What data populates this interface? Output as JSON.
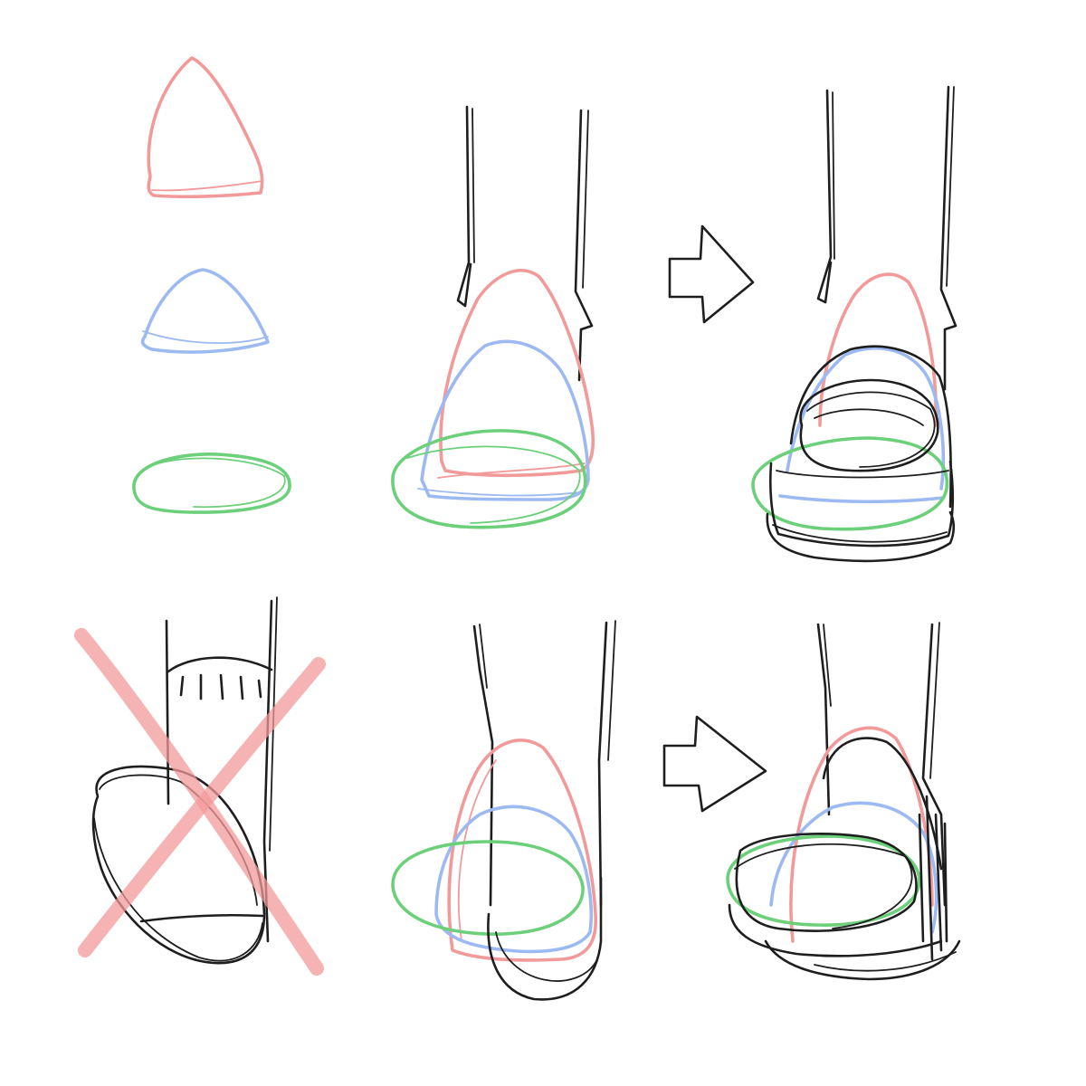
{
  "colors": {
    "background": "#ffffff",
    "toe_wedge": "#f29a9a",
    "mid_wedge": "#9db9f2",
    "sole_oval": "#6cd07a",
    "ink": "#1e1e1e",
    "reject_cross": "#f29a9a"
  },
  "legend_shapes": [
    "toe-wedge-shape",
    "mid-wedge-shape",
    "sole-oval-shape"
  ],
  "panels": [
    {
      "row": "front-view",
      "steps": [
        "shape-guides",
        "arrow-right",
        "finished-shoe"
      ]
    },
    {
      "row": "angled-view",
      "steps": [
        "rejected-drawing",
        "shape-guides",
        "arrow-right",
        "finished-shoe"
      ]
    }
  ],
  "icons": {
    "arrow": "arrow-right-icon",
    "reject": "x-mark-icon"
  }
}
